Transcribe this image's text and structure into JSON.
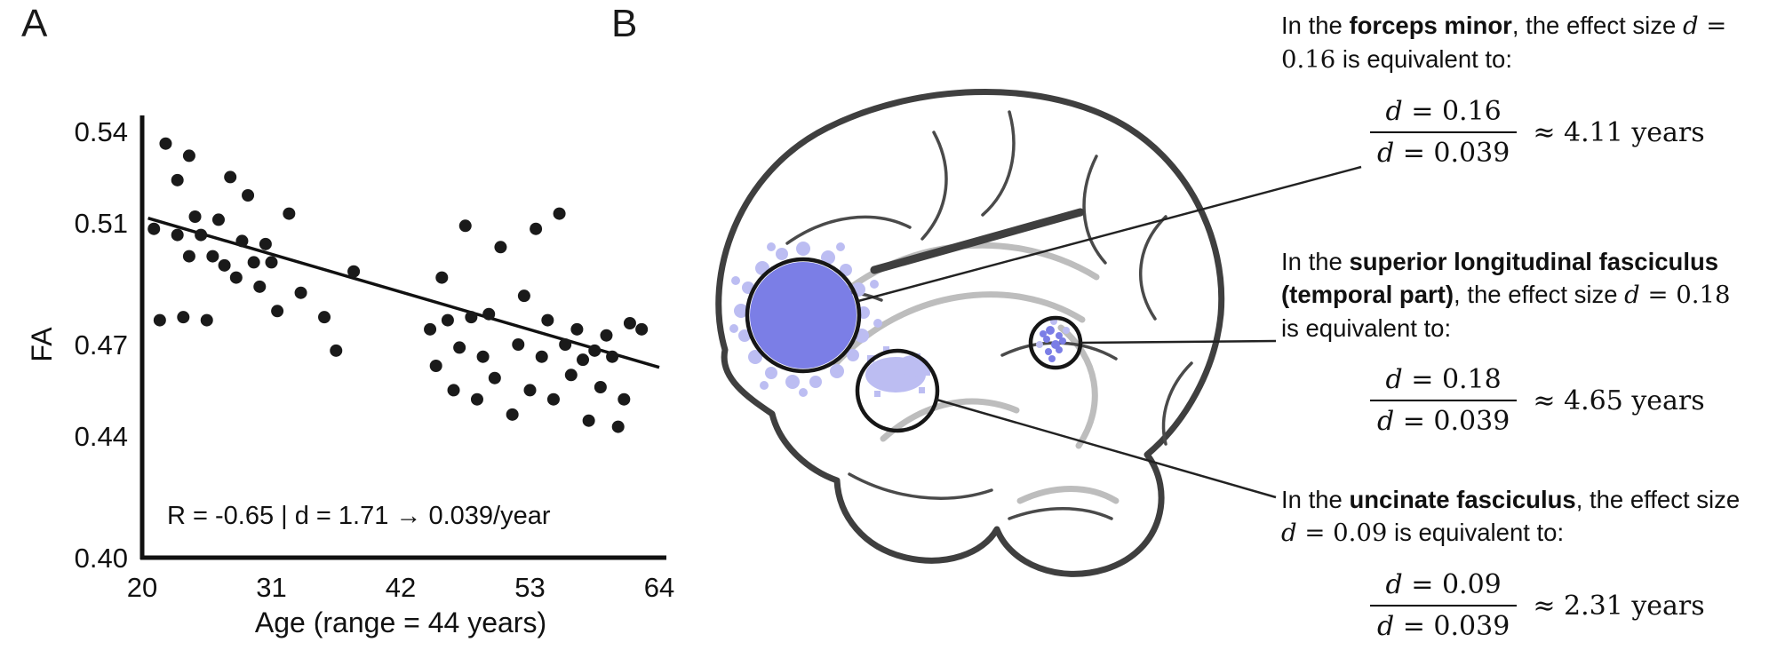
{
  "panels": {
    "a_label": "A",
    "b_label": "B"
  },
  "chart_data": {
    "type": "scatter",
    "title": "",
    "xlabel": "Age (range = 44 years)",
    "ylabel": "FA",
    "xlim": [
      20,
      64
    ],
    "ylim": [
      0.4,
      0.54
    ],
    "xtick_values": [
      20,
      31,
      42,
      53,
      64
    ],
    "xtick_labels": [
      "20",
      "31",
      "42",
      "53",
      "64"
    ],
    "ytick_values": [
      0.4,
      0.44,
      0.47,
      0.51,
      0.54
    ],
    "ytick_labels": [
      "0.40",
      "0.44",
      "0.47",
      "0.51",
      "0.54"
    ],
    "annotation": "R = -0.65 | d = 1.71 → 0.039/year",
    "stats": {
      "R": -0.65,
      "d": 1.71,
      "d_per_year": 0.039,
      "age_range_years": 44
    },
    "regression_line": {
      "x1": 20.5,
      "y1": 0.5115,
      "x2": 64,
      "y2": 0.4625
    },
    "points": [
      [
        21,
        0.508
      ],
      [
        21.5,
        0.478
      ],
      [
        22,
        0.536
      ],
      [
        23,
        0.524
      ],
      [
        23,
        0.506
      ],
      [
        23.5,
        0.479
      ],
      [
        24,
        0.532
      ],
      [
        24,
        0.499
      ],
      [
        24.5,
        0.512
      ],
      [
        25,
        0.506
      ],
      [
        25.5,
        0.478
      ],
      [
        26,
        0.499
      ],
      [
        26.5,
        0.511
      ],
      [
        27,
        0.496
      ],
      [
        27.5,
        0.525
      ],
      [
        28,
        0.492
      ],
      [
        28.5,
        0.504
      ],
      [
        29,
        0.519
      ],
      [
        29.5,
        0.497
      ],
      [
        30,
        0.489
      ],
      [
        30.5,
        0.503
      ],
      [
        31,
        0.497
      ],
      [
        31.5,
        0.481
      ],
      [
        32.5,
        0.513
      ],
      [
        33.5,
        0.487
      ],
      [
        35.5,
        0.479
      ],
      [
        36.5,
        0.468
      ],
      [
        38,
        0.494
      ],
      [
        44.5,
        0.475
      ],
      [
        45,
        0.463
      ],
      [
        45.5,
        0.492
      ],
      [
        46,
        0.478
      ],
      [
        46.5,
        0.455
      ],
      [
        47,
        0.469
      ],
      [
        47.5,
        0.509
      ],
      [
        48,
        0.479
      ],
      [
        48.5,
        0.452
      ],
      [
        49,
        0.466
      ],
      [
        49.5,
        0.48
      ],
      [
        50,
        0.459
      ],
      [
        50.5,
        0.502
      ],
      [
        51.5,
        0.447
      ],
      [
        52,
        0.47
      ],
      [
        52.5,
        0.486
      ],
      [
        53,
        0.455
      ],
      [
        53.5,
        0.508
      ],
      [
        54,
        0.466
      ],
      [
        54.5,
        0.478
      ],
      [
        55,
        0.452
      ],
      [
        55.5,
        0.513
      ],
      [
        56,
        0.47
      ],
      [
        56.5,
        0.46
      ],
      [
        57,
        0.475
      ],
      [
        57.5,
        0.465
      ],
      [
        58,
        0.445
      ],
      [
        58.5,
        0.468
      ],
      [
        59,
        0.456
      ],
      [
        59.5,
        0.473
      ],
      [
        60,
        0.466
      ],
      [
        60.5,
        0.443
      ],
      [
        61,
        0.452
      ],
      [
        61.5,
        0.477
      ],
      [
        62.5,
        0.475
      ]
    ]
  },
  "brain": {
    "regions": [
      {
        "id": "forceps-minor",
        "name": "forceps minor",
        "effect_size_d": 0.16,
        "years_equivalent": 4.11
      },
      {
        "id": "slf-temporal",
        "name": "superior longitudinal fasciculus (temporal part)",
        "effect_size_d": 0.18,
        "years_equivalent": 4.65
      },
      {
        "id": "uncinate",
        "name": "uncinate fasciculus",
        "effect_size_d": 0.09,
        "years_equivalent": 2.31
      }
    ]
  },
  "annotations": [
    {
      "pre": "In the ",
      "bold": "forceps minor",
      "mid": ", the effect size ",
      "math_var": "d",
      "math_rest": " = 0.16",
      "post": " is equivalent to:",
      "frac_var": "d",
      "num_rest": " = 0.16",
      "den_rest": " = 0.039",
      "result": "≈ 4.11 years"
    },
    {
      "pre": "In the ",
      "bold": "superior longitudinal fasciculus (temporal part)",
      "mid": ", the effect size ",
      "math_var": "d",
      "math_rest": " = 0.18",
      "post": " is equivalent to:",
      "frac_var": "d",
      "num_rest": " = 0.18",
      "den_rest": " = 0.039",
      "result": "≈ 4.65 years"
    },
    {
      "pre": "In the ",
      "bold": "uncinate fasciculus",
      "mid": ", the effect size ",
      "math_var": "d",
      "math_rest": " = 0.09",
      "post": " is equivalent to:",
      "frac_var": "d",
      "num_rest": " = 0.09",
      "den_rest": " = 0.039",
      "result": "≈ 2.31 years"
    }
  ],
  "colors": {
    "cluster_blue": "#7b7ee6",
    "cluster_blue_light": "#bcbdf2",
    "axis_black": "#111111",
    "leader_line": "#222222"
  }
}
